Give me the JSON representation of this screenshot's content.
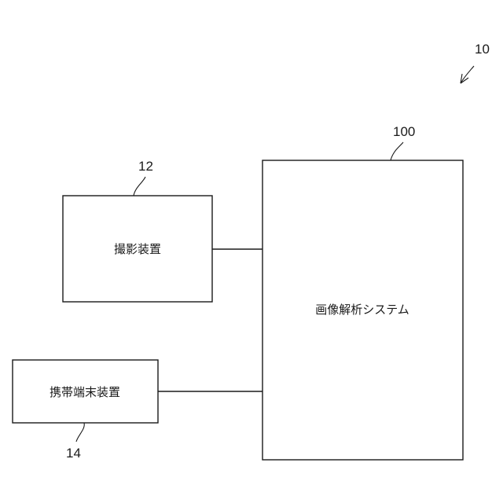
{
  "system": {
    "ref": "10"
  },
  "nodes": {
    "analysis_system": {
      "ref": "100",
      "label": "画像解析システム"
    },
    "imaging_device": {
      "ref": "12",
      "label": "撮影装置"
    },
    "mobile_terminal": {
      "ref": "14",
      "label": "携帯端末装置"
    }
  },
  "connections": [
    {
      "from": "imaging_device",
      "to": "analysis_system"
    },
    {
      "from": "mobile_terminal",
      "to": "analysis_system"
    }
  ],
  "colors": {
    "line": "#1a1a1a",
    "background": "#ffffff"
  }
}
